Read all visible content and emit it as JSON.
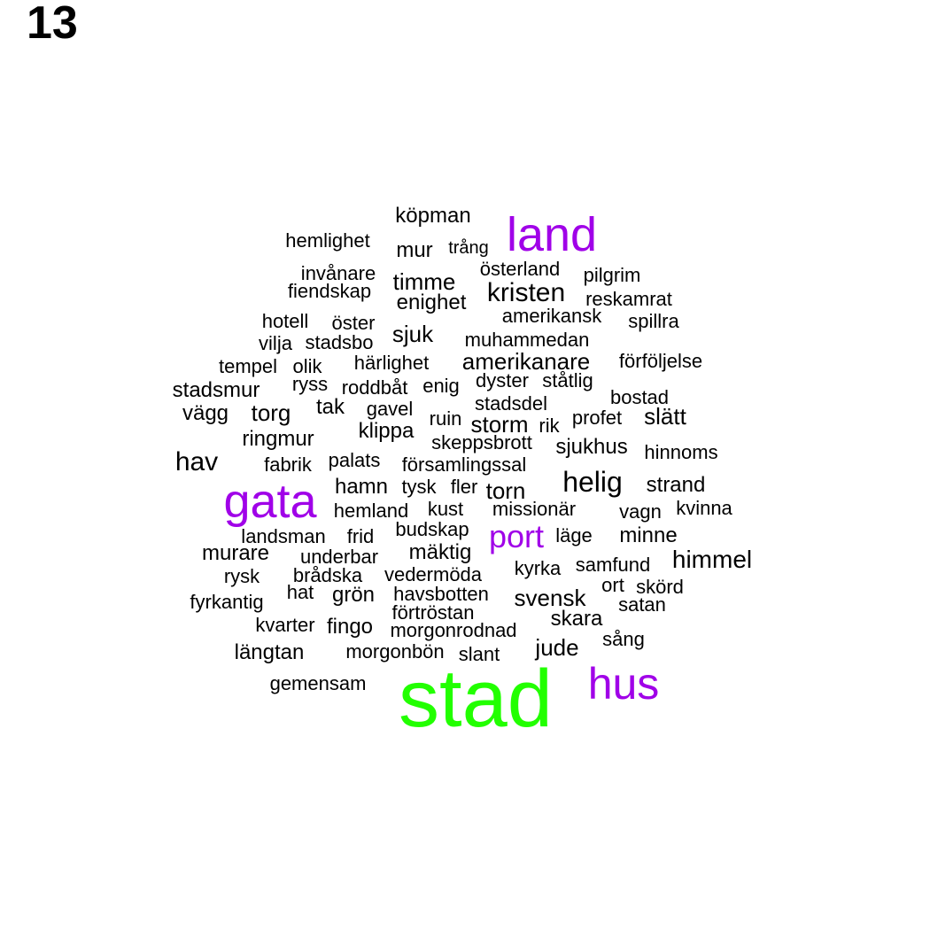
{
  "page_number": "13",
  "colors": {
    "large": "#22ff00",
    "medium": "#a000e8",
    "small": "#000000"
  },
  "words": [
    {
      "text": "stad",
      "color": "large"
    },
    {
      "text": "land",
      "color": "medium"
    },
    {
      "text": "gata",
      "color": "medium"
    },
    {
      "text": "hus",
      "color": "medium"
    },
    {
      "text": "port",
      "color": "medium"
    },
    {
      "text": "köpman"
    },
    {
      "text": "hemlighet"
    },
    {
      "text": "mur"
    },
    {
      "text": "trång"
    },
    {
      "text": "österland"
    },
    {
      "text": "pilgrim"
    },
    {
      "text": "invånare"
    },
    {
      "text": "timme"
    },
    {
      "text": "kristen"
    },
    {
      "text": "reskamrat"
    },
    {
      "text": "fiendskap"
    },
    {
      "text": "enighet"
    },
    {
      "text": "amerikansk"
    },
    {
      "text": "spillra"
    },
    {
      "text": "hotell"
    },
    {
      "text": "öster"
    },
    {
      "text": "sjuk"
    },
    {
      "text": "muhammedan"
    },
    {
      "text": "vilja"
    },
    {
      "text": "stadsbo"
    },
    {
      "text": "tempel"
    },
    {
      "text": "olik"
    },
    {
      "text": "härlighet"
    },
    {
      "text": "amerikanare"
    },
    {
      "text": "förföljelse"
    },
    {
      "text": "stadsmur"
    },
    {
      "text": "ryss"
    },
    {
      "text": "roddbåt"
    },
    {
      "text": "enig"
    },
    {
      "text": "dyster"
    },
    {
      "text": "ståtlig"
    },
    {
      "text": "bostad"
    },
    {
      "text": "vägg"
    },
    {
      "text": "torg"
    },
    {
      "text": "tak"
    },
    {
      "text": "gavel"
    },
    {
      "text": "stadsdel"
    },
    {
      "text": "ruin"
    },
    {
      "text": "storm"
    },
    {
      "text": "rik"
    },
    {
      "text": "profet"
    },
    {
      "text": "slätt"
    },
    {
      "text": "ringmur"
    },
    {
      "text": "klippa"
    },
    {
      "text": "skeppsbrott"
    },
    {
      "text": "sjukhus"
    },
    {
      "text": "hinnoms"
    },
    {
      "text": "hav"
    },
    {
      "text": "fabrik"
    },
    {
      "text": "palats"
    },
    {
      "text": "församlingssal"
    },
    {
      "text": "helig"
    },
    {
      "text": "hamn"
    },
    {
      "text": "tysk"
    },
    {
      "text": "fler"
    },
    {
      "text": "torn"
    },
    {
      "text": "strand"
    },
    {
      "text": "hemland"
    },
    {
      "text": "kust"
    },
    {
      "text": "missionär"
    },
    {
      "text": "vagn"
    },
    {
      "text": "kvinna"
    },
    {
      "text": "landsman"
    },
    {
      "text": "frid"
    },
    {
      "text": "budskap"
    },
    {
      "text": "läge"
    },
    {
      "text": "minne"
    },
    {
      "text": "murare"
    },
    {
      "text": "underbar"
    },
    {
      "text": "mäktig"
    },
    {
      "text": "kyrka"
    },
    {
      "text": "samfund"
    },
    {
      "text": "himmel"
    },
    {
      "text": "rysk"
    },
    {
      "text": "brådska"
    },
    {
      "text": "vedermöda"
    },
    {
      "text": "ort"
    },
    {
      "text": "skörd"
    },
    {
      "text": "hat"
    },
    {
      "text": "grön"
    },
    {
      "text": "havsbotten"
    },
    {
      "text": "svensk"
    },
    {
      "text": "fyrkantig"
    },
    {
      "text": "satan"
    },
    {
      "text": "förtröstan"
    },
    {
      "text": "skara"
    },
    {
      "text": "kvarter"
    },
    {
      "text": "fingo"
    },
    {
      "text": "morgonrodnad"
    },
    {
      "text": "sång"
    },
    {
      "text": "längtan"
    },
    {
      "text": "morgonbön"
    },
    {
      "text": "slant"
    },
    {
      "text": "jude"
    },
    {
      "text": "gemensam"
    }
  ]
}
